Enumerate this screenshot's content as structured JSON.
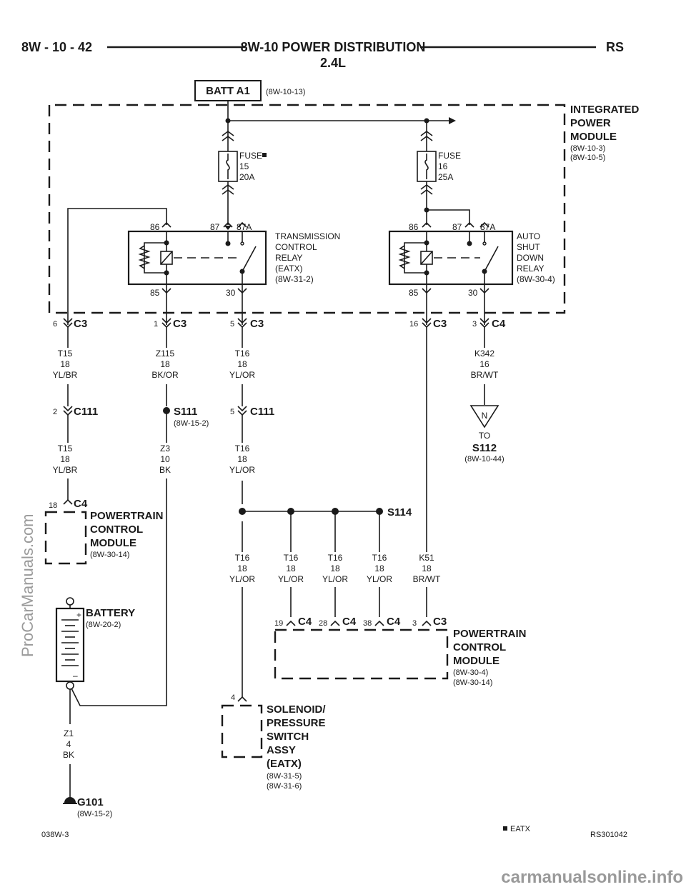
{
  "header": {
    "page_number": "8W - 10 - 42",
    "title": "8W-10 POWER DISTRIBUTION",
    "subtitle": "2.4L",
    "model_code": "RS"
  },
  "batt_a1": {
    "label": "BATT A1",
    "ref": "(8W-10-13)"
  },
  "integrated_power_module": {
    "lines": [
      "INTEGRATED",
      "POWER",
      "MODULE"
    ],
    "refs": [
      "(8W-10-3)",
      "(8W-10-5)"
    ]
  },
  "fuse15": {
    "lines": [
      "FUSE",
      "15",
      "20A"
    ]
  },
  "fuse16": {
    "lines": [
      "FUSE",
      "16",
      "25A"
    ]
  },
  "tcr": {
    "lines": [
      "TRANSMISSION",
      "CONTROL",
      "RELAY",
      "(EATX)",
      "(8W-31-2)"
    ],
    "pins": {
      "p86": "86",
      "p87": "87",
      "p87a": "87A",
      "p85": "85",
      "p30": "30"
    }
  },
  "asd": {
    "lines": [
      "AUTO",
      "SHUT",
      "DOWN",
      "RELAY",
      "(8W-30-4)"
    ],
    "pins": {
      "p86": "86",
      "p87": "87",
      "p87a": "87A",
      "p85": "85",
      "p30": "30"
    }
  },
  "connectors": {
    "c3_6": {
      "pin": "6",
      "name": "C3"
    },
    "c3_1": {
      "pin": "1",
      "name": "C3"
    },
    "c3_5": {
      "pin": "5",
      "name": "C3"
    },
    "c3_16": {
      "pin": "16",
      "name": "C3"
    },
    "c4_3": {
      "pin": "3",
      "name": "C4"
    },
    "c111_2": {
      "pin": "2",
      "name": "C111"
    },
    "c111_5": {
      "pin": "5",
      "name": "C111"
    },
    "c4_18": {
      "pin": "18",
      "name": "C4"
    },
    "c4_19": {
      "pin": "19",
      "name": "C4"
    },
    "c4_28": {
      "pin": "28",
      "name": "C4"
    },
    "c4_38": {
      "pin": "38",
      "name": "C4"
    },
    "c3_3": {
      "pin": "3",
      "name": "C3"
    },
    "sol_4": {
      "pin": "4"
    }
  },
  "wires": {
    "t15a": [
      "T15",
      "18",
      "YL/BR"
    ],
    "t15b": [
      "T15",
      "18",
      "YL/BR"
    ],
    "z115": [
      "Z115",
      "18",
      "BK/OR"
    ],
    "z3": [
      "Z3",
      "10",
      "BK"
    ],
    "t16a": [
      "T16",
      "18",
      "YL/OR"
    ],
    "t16b": [
      "T16",
      "18",
      "YL/OR"
    ],
    "k342": [
      "K342",
      "16",
      "BR/WT"
    ],
    "t16c1": [
      "T16",
      "18",
      "YL/OR"
    ],
    "t16c2": [
      "T16",
      "18",
      "YL/OR"
    ],
    "t16c3": [
      "T16",
      "18",
      "YL/OR"
    ],
    "t16c4": [
      "T16",
      "18",
      "YL/OR"
    ],
    "k51": [
      "K51",
      "18",
      "BR/WT"
    ],
    "z1": [
      "Z1",
      "4",
      "BK"
    ]
  },
  "s111": {
    "name": "S111",
    "ref": "(8W-15-2)"
  },
  "s112": {
    "to": "TO",
    "name": "S112",
    "ref": "(8W-10-44)",
    "symbol": "N"
  },
  "s114": {
    "name": "S114"
  },
  "pcm_left": {
    "lines": [
      "POWERTRAIN",
      "CONTROL",
      "MODULE"
    ],
    "ref": "(8W-30-14)"
  },
  "pcm_right": {
    "lines": [
      "POWERTRAIN",
      "CONTROL",
      "MODULE"
    ],
    "refs": [
      "(8W-30-4)",
      "(8W-30-14)"
    ]
  },
  "battery": {
    "name": "BATTERY",
    "ref": "(8W-20-2)",
    "plus": "+",
    "minus": "–"
  },
  "solenoid": {
    "lines": [
      "SOLENOID/",
      "PRESSURE",
      "SWITCH",
      "ASSY",
      "(EATX)"
    ],
    "refs": [
      "(8W-31-5)",
      "(8W-31-6)"
    ]
  },
  "ground": {
    "name": "G101",
    "ref": "(8W-15-2)"
  },
  "footer": {
    "left_code": "038W-3",
    "legend": "EATX",
    "right_code": "RS301042"
  },
  "watermarks": {
    "side": "ProCarManuals.com",
    "bottom": "carmanualsonline.info"
  }
}
